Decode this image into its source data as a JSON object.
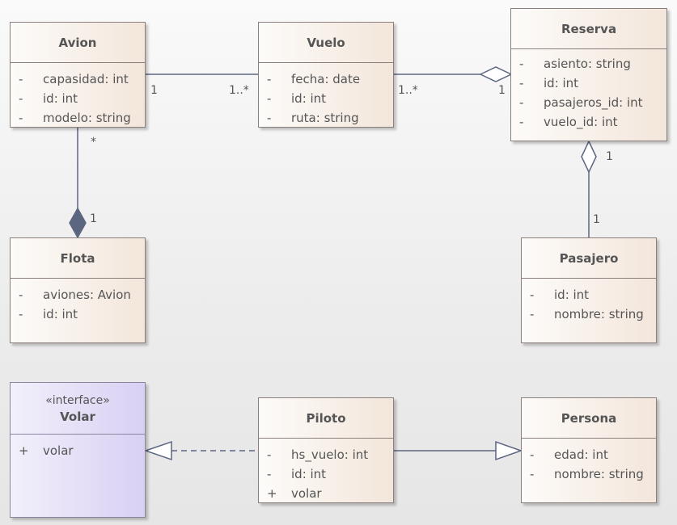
{
  "classes": {
    "avion": {
      "name": "Avion",
      "attrs": [
        {
          "vis": "-",
          "text": "capasidad: int"
        },
        {
          "vis": "-",
          "text": "id: int"
        },
        {
          "vis": "-",
          "text": "modelo: string"
        }
      ]
    },
    "vuelo": {
      "name": "Vuelo",
      "attrs": [
        {
          "vis": "-",
          "text": "fecha: date"
        },
        {
          "vis": "-",
          "text": "id: int"
        },
        {
          "vis": "-",
          "text": "ruta: string"
        }
      ]
    },
    "reserva": {
      "name": "Reserva",
      "attrs": [
        {
          "vis": "-",
          "text": "asiento: string"
        },
        {
          "vis": "-",
          "text": "id: int"
        },
        {
          "vis": "-",
          "text": "pasajeros_id: int"
        },
        {
          "vis": "-",
          "text": "vuelo_id: int"
        }
      ]
    },
    "flota": {
      "name": "Flota",
      "attrs": [
        {
          "vis": "-",
          "text": "aviones: Avion"
        },
        {
          "vis": "-",
          "text": "id: int"
        }
      ]
    },
    "pasajero": {
      "name": "Pasajero",
      "attrs": [
        {
          "vis": "-",
          "text": "id: int"
        },
        {
          "vis": "-",
          "text": "nombre: string"
        }
      ]
    },
    "volar": {
      "stereotype": "«interface»",
      "name": "Volar",
      "attrs": [
        {
          "vis": "+",
          "text": "volar"
        }
      ]
    },
    "piloto": {
      "name": "Piloto",
      "attrs": [
        {
          "vis": "-",
          "text": "hs_vuelo: int"
        },
        {
          "vis": "-",
          "text": "id: int"
        },
        {
          "vis": "+",
          "text": "volar"
        }
      ]
    },
    "persona": {
      "name": "Persona",
      "attrs": [
        {
          "vis": "-",
          "text": "edad: int"
        },
        {
          "vis": "-",
          "text": "nombre: string"
        }
      ]
    }
  },
  "multiplicities": {
    "avion_vuelo_src": "1",
    "avion_vuelo_dst": "1..*",
    "vuelo_reserva_src": "1..*",
    "vuelo_reserva_dst": "1",
    "avion_flota_src": "*",
    "avion_flota_dst": "1",
    "reserva_pasajero_src": "1",
    "reserva_pasajero_dst": "1"
  },
  "colors": {
    "line": "#5c6680",
    "class_fill": "#f3e6db",
    "interface_fill": "#d9d0f3"
  }
}
